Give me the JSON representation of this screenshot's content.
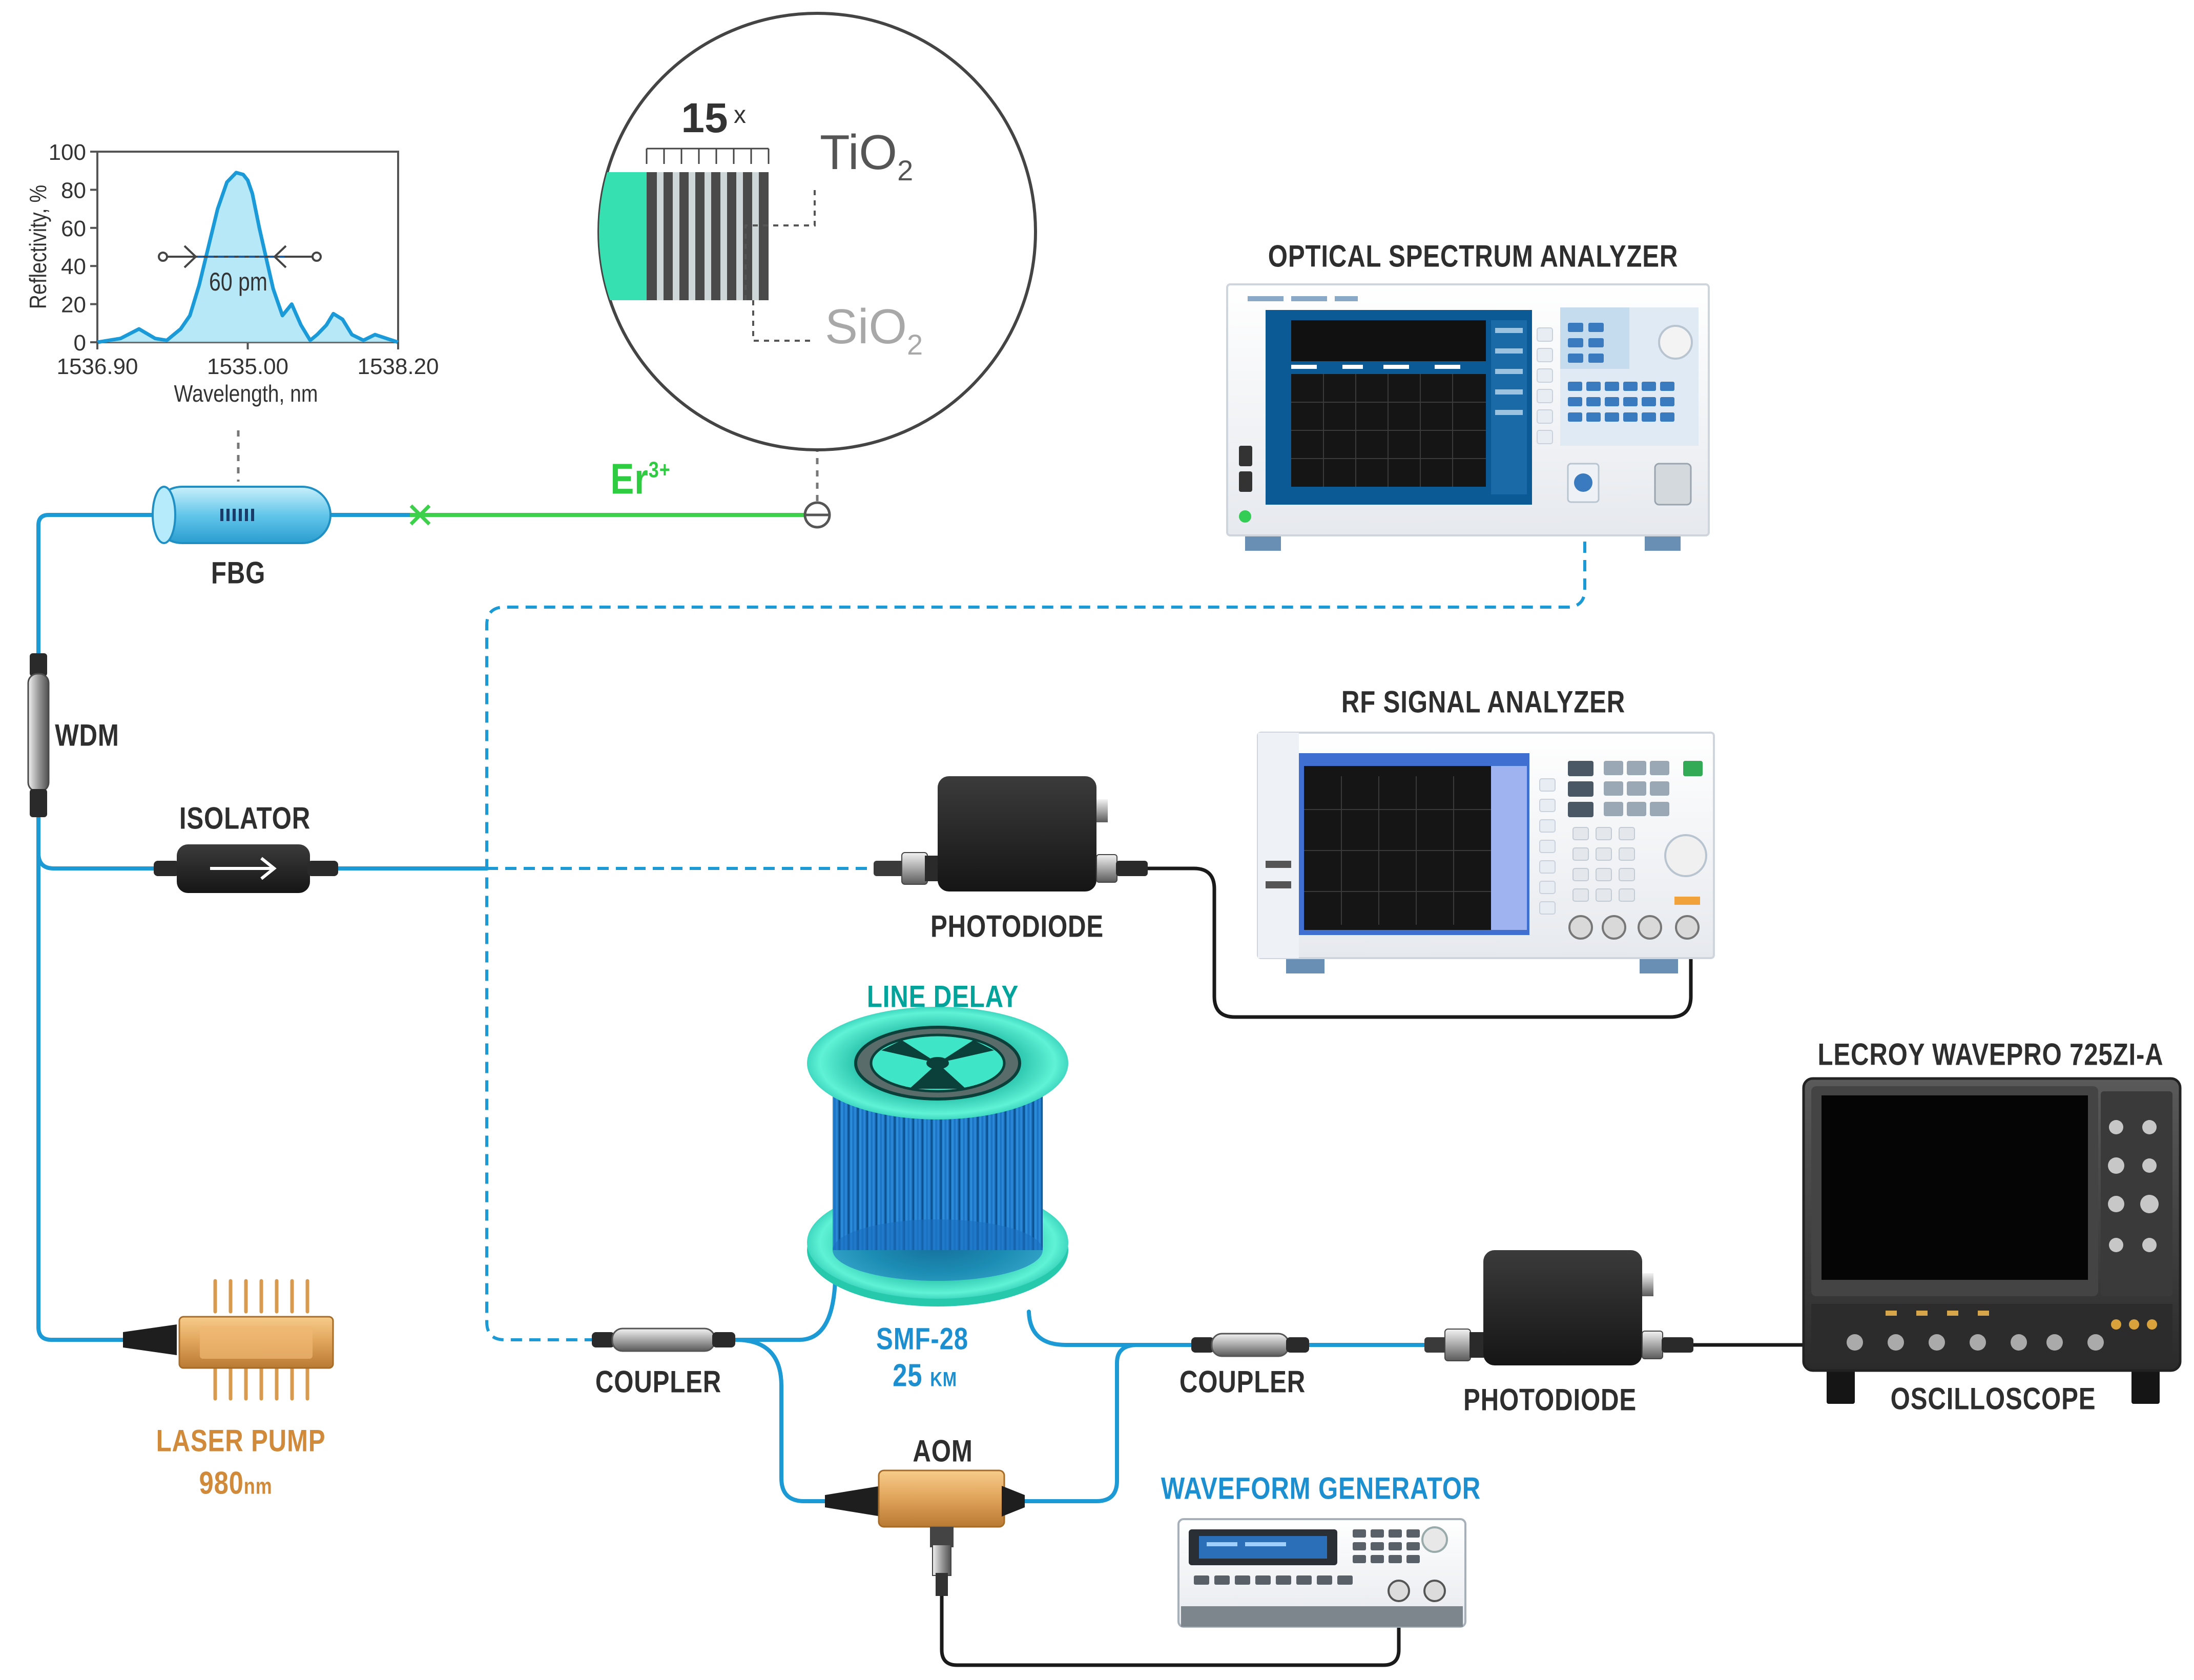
{
  "labels": {
    "fbg": "FBG",
    "wdm": "WDM",
    "isolator": "ISOLATOR",
    "laser_pump_title": "LASER PUMP",
    "laser_pump_wavelength": "980",
    "laser_pump_unit": "nm",
    "coupler_left": "COUPLER",
    "coupler_right": "COUPLER",
    "aom": "AOM",
    "line_delay": "LINE DELAY",
    "fiber_type": "SMF-28",
    "fiber_length": "25",
    "fiber_length_unit": "KM",
    "photodiode_top": "PHOTODIODE",
    "photodiode_bottom": "PHOTODIODE",
    "optical_spectrum_analyzer": "OPTICAL SPECTRUM ANALYZER",
    "rf_signal_analyzer": "RF SIGNAL ANALYZER",
    "oscilloscope_model": "LECROY WAVEPRO 725ZI-A",
    "oscilloscope": "OSCILLOSCOPE",
    "waveform_generator": "WAVEFORM GENERATOR",
    "erbium": "Er",
    "erbium_superscript": "3+"
  },
  "inset": {
    "repeat_count": "15",
    "repeat_symbol": "x",
    "layer_high": "TiO",
    "layer_high_subscript": "2",
    "layer_low": "SiO",
    "layer_low_subscript": "2"
  },
  "colors": {
    "fiber_blue": "#1b9ad6",
    "doped_fiber_green": "#3dd14b",
    "erbium_label": "#2ecc40",
    "laser_pump_label": "#d08a3a",
    "line_delay_label": "#00a49b",
    "fiber_spec_label": "#1b8fd0",
    "label_dark": "#2e2e2e",
    "grating_fill": "#8cd5f0",
    "spool_flange": "#38e0c2",
    "spool_fiber": "#1e7fd0"
  },
  "chart_data": {
    "type": "line",
    "xlabel": "Wavelength, nm",
    "ylabel": "Reflectivity, %",
    "xlim": [
      1536.9,
      1538.2
    ],
    "ylim": [
      0,
      100
    ],
    "x_ticks": [
      "1536.90",
      "1535.00",
      "1538.20"
    ],
    "y_ticks": [
      "0",
      "20",
      "40",
      "60",
      "80",
      "100"
    ],
    "annotation": "60 pm",
    "fwhm_level": 45,
    "series": [
      {
        "x": [
          1536.9,
          1537.0,
          1537.08,
          1537.15,
          1537.2,
          1537.26,
          1537.3,
          1537.34,
          1537.38,
          1537.42,
          1537.46,
          1537.5,
          1537.53,
          1537.55,
          1537.57,
          1537.6,
          1537.63,
          1537.66,
          1537.7,
          1537.74,
          1537.78,
          1537.82,
          1537.85,
          1537.89,
          1537.92,
          1537.96,
          1538.0,
          1538.05,
          1538.1,
          1538.15,
          1538.2
        ],
        "y": [
          0,
          2,
          7,
          2,
          1,
          7,
          14,
          30,
          50,
          70,
          84,
          89,
          88,
          85,
          78,
          60,
          44,
          28,
          14,
          20,
          9,
          1,
          4,
          9,
          15,
          12,
          4,
          1,
          4,
          2,
          0
        ]
      }
    ]
  }
}
